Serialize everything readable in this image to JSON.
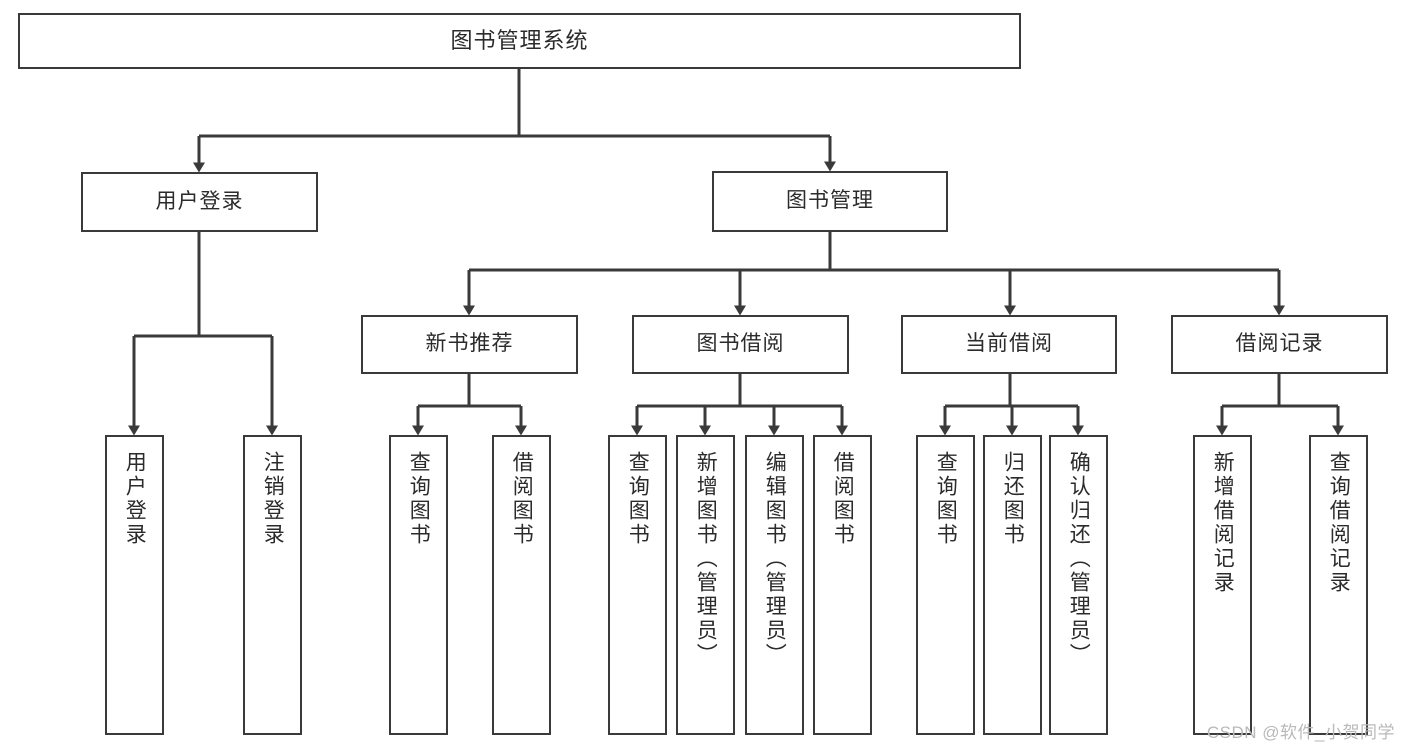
{
  "diagram": {
    "type": "tree",
    "title_node": {
      "label": "图书管理系统"
    },
    "level1": [
      {
        "id": "user-login",
        "label": "用户登录"
      },
      {
        "id": "book-manage",
        "label": "图书管理"
      }
    ],
    "level2": [
      {
        "id": "new-book-rec",
        "label": "新书推荐",
        "parent": "book-manage"
      },
      {
        "id": "book-borrow",
        "label": "图书借阅",
        "parent": "book-manage"
      },
      {
        "id": "current-borrow",
        "label": "当前借阅",
        "parent": "book-manage"
      },
      {
        "id": "borrow-record",
        "label": "借阅记录",
        "parent": "book-manage"
      }
    ],
    "leaves": [
      {
        "id": "leaf-user-login",
        "label": "用户登录",
        "parent": "user-login"
      },
      {
        "id": "leaf-logout",
        "label": "注销登录",
        "parent": "user-login"
      },
      {
        "id": "leaf-query-book-rec",
        "label": "查询图书",
        "parent": "new-book-rec"
      },
      {
        "id": "leaf-borrow-book-rec",
        "label": "借阅图书",
        "parent": "new-book-rec"
      },
      {
        "id": "leaf-query-book-borrow",
        "label": "查询图书",
        "parent": "book-borrow"
      },
      {
        "id": "leaf-add-book",
        "label": "新增图书（管理员）",
        "parent": "book-borrow"
      },
      {
        "id": "leaf-edit-book",
        "label": "编辑图书（管理员）",
        "parent": "book-borrow"
      },
      {
        "id": "leaf-borrow-book",
        "label": "借阅图书",
        "parent": "book-borrow"
      },
      {
        "id": "leaf-query-book-cur",
        "label": "查询图书",
        "parent": "current-borrow"
      },
      {
        "id": "leaf-return-book",
        "label": "归还图书",
        "parent": "current-borrow"
      },
      {
        "id": "leaf-confirm-return",
        "label": "确认归还（管理员）",
        "parent": "current-borrow"
      },
      {
        "id": "leaf-add-record",
        "label": "新增借阅记录",
        "parent": "borrow-record"
      },
      {
        "id": "leaf-query-record",
        "label": "查询借阅记录",
        "parent": "borrow-record"
      }
    ],
    "watermark": "CSDN @软件_小贺同学",
    "colors": {
      "stroke": "#3a3a3a",
      "text": "#2b2b2b",
      "background": "#ffffff",
      "watermark": "#b9b9b9"
    }
  }
}
